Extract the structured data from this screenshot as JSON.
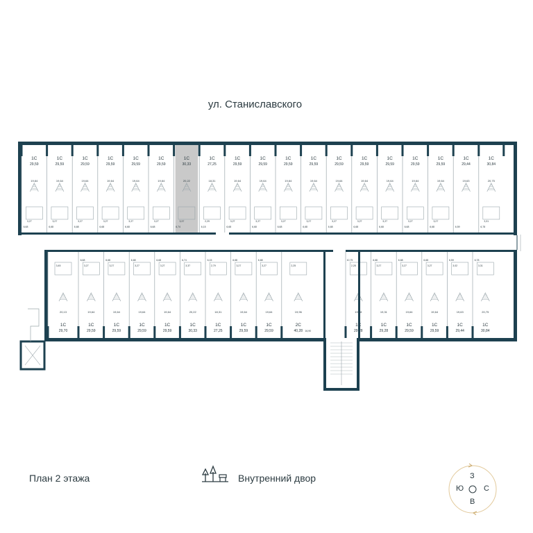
{
  "street_label": "ул. Станиславского",
  "plan_title": "План 2 этажа",
  "courtyard_label": "Внутренний двор",
  "colors": {
    "wall": "#1d4150",
    "highlight": "#c9c9c9",
    "line": "#9aa6ab"
  },
  "compass": {
    "north": "З",
    "east": "С",
    "south": "В",
    "west": "Ю"
  },
  "top_row": [
    {
      "type": "1С",
      "area": "29,59",
      "room": "19,64",
      "bath": "3,27",
      "hall": "6,68"
    },
    {
      "type": "1С",
      "area": "29,59",
      "room": "19,64",
      "bath": "3,27",
      "hall": "6,68"
    },
    {
      "type": "1С",
      "area": "29,59",
      "room": "19,64",
      "bath": "3,27",
      "hall": "6,68"
    },
    {
      "type": "1С",
      "area": "29,59",
      "room": "19,64",
      "bath": "3,27",
      "hall": "6,68"
    },
    {
      "type": "1С",
      "area": "29,59",
      "room": "19,64",
      "bath": "3,27",
      "hall": "6,68"
    },
    {
      "type": "1С",
      "area": "29,59",
      "room": "19,64",
      "bath": "3,27",
      "hall": "6,68"
    },
    {
      "type": "1С",
      "area": "30,33",
      "room": "20,22",
      "bath": "3,37",
      "hall": "6,74",
      "highlight": true
    },
    {
      "type": "1С",
      "area": "27,25",
      "room": "18,31",
      "bath": "2,29",
      "hall": "6,15"
    },
    {
      "type": "1С",
      "area": "29,59",
      "room": "19,64",
      "bath": "3,27",
      "hall": "6,68"
    },
    {
      "type": "1С",
      "area": "29,59",
      "room": "19,64",
      "bath": "3,27",
      "hall": "6,68"
    },
    {
      "type": "1С",
      "area": "29,59",
      "room": "19,64",
      "bath": "3,27",
      "hall": "6,68"
    },
    {
      "type": "1С",
      "area": "29,59",
      "room": "19,64",
      "bath": "3,27",
      "hall": "6,68"
    },
    {
      "type": "1С",
      "area": "29,59",
      "room": "19,64",
      "bath": "3,27",
      "hall": "6,68"
    },
    {
      "type": "1С",
      "area": "29,59",
      "room": "19,64",
      "bath": "3,27",
      "hall": "6,68"
    },
    {
      "type": "1С",
      "area": "29,59",
      "room": "19,64",
      "bath": "3,27",
      "hall": "6,68"
    },
    {
      "type": "1С",
      "area": "29,59",
      "room": "19,64",
      "bath": "3,27",
      "hall": "6,68"
    },
    {
      "type": "1С",
      "area": "29,59",
      "room": "19,64",
      "bath": "3,27",
      "hall": "6,68"
    },
    {
      "type": "1С",
      "area": "29,44",
      "room": "19,63",
      "bath": "",
      "hall": "6,59"
    },
    {
      "type": "1С",
      "area": "30,84",
      "room": "20,75",
      "bath": "3,31",
      "hall": "6,78",
      "wide": true
    }
  ],
  "bottom_row": [
    {
      "type": "1С",
      "area": "29,70",
      "room": "20,13",
      "bath": "3,45",
      "hall": ""
    },
    {
      "type": "1С",
      "area": "29,59",
      "room": "19,64",
      "bath": "3,27",
      "hall": "6,68"
    },
    {
      "type": "1С",
      "area": "29,59",
      "room": "19,64",
      "bath": "3,27",
      "hall": "6,68"
    },
    {
      "type": "1С",
      "area": "29,59",
      "room": "19,64",
      "bath": "3,27",
      "hall": "6,68"
    },
    {
      "type": "1С",
      "area": "29,59",
      "room": "19,64",
      "bath": "3,27",
      "hall": "6,68"
    },
    {
      "type": "1С",
      "area": "30,33",
      "room": "20,22",
      "bath": "3,37",
      "hall": "6,74"
    },
    {
      "type": "1С",
      "area": "27,25",
      "room": "18,31",
      "bath": "2,79",
      "hall": "6,15"
    },
    {
      "type": "1С",
      "area": "29,59",
      "room": "19,64",
      "bath": "3,27",
      "hall": "6,68"
    },
    {
      "type": "1С",
      "area": "29,59",
      "room": "19,64",
      "bath": "3,27",
      "hall": "6,68"
    },
    {
      "type": "2С",
      "area": "40,28",
      "room": "19,96",
      "bath": "2,25",
      "hall": "",
      "extra": "16,90"
    },
    {
      "type": "1С",
      "area": "29,28",
      "room": "19,28",
      "bath": "2,28",
      "hall": "10,75"
    },
    {
      "type": "1С",
      "area": "29,28",
      "room": "19,31",
      "bath": "3,27",
      "hall": "6,68"
    },
    {
      "type": "1С",
      "area": "29,59",
      "room": "19,64",
      "bath": "3,27",
      "hall": "6,68"
    },
    {
      "type": "1С",
      "area": "29,59",
      "room": "19,64",
      "bath": "3,27",
      "hall": "6,68"
    },
    {
      "type": "1С",
      "area": "29,44",
      "room": "19,63",
      "bath": "3,02",
      "hall": "6,59"
    },
    {
      "type": "1С",
      "area": "30,84",
      "room": "20,75",
      "bath": "3,31",
      "hall": "6,78"
    }
  ]
}
